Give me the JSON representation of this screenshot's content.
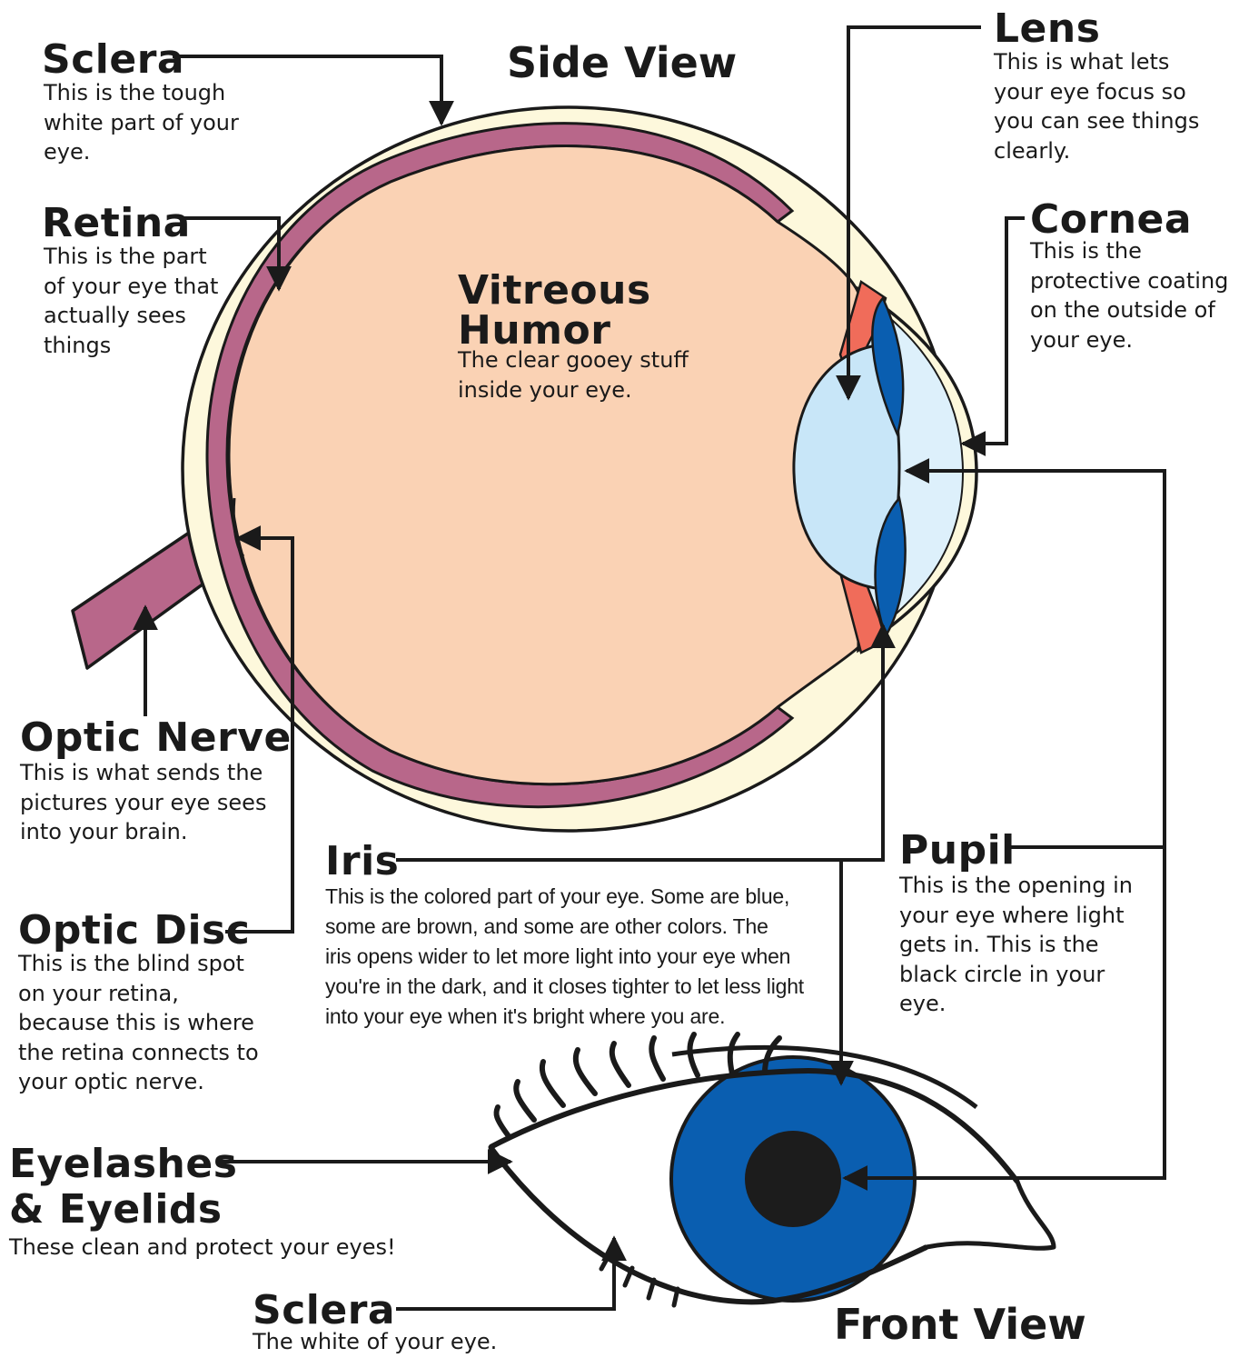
{
  "views": {
    "side": "Side View",
    "front": "Front View"
  },
  "labels": {
    "sclera_side": {
      "title": "Sclera",
      "lines": [
        "This is the tough",
        "white part of your",
        "eye."
      ]
    },
    "retina": {
      "title": "Retina",
      "lines": [
        "This is the part",
        "of your eye that",
        "actually sees",
        "things"
      ]
    },
    "vitreous": {
      "title_lines": [
        "Vitreous",
        "Humor"
      ],
      "lines": [
        "The clear gooey stuff",
        "inside your eye."
      ]
    },
    "lens": {
      "title": "Lens",
      "lines": [
        "This is what lets",
        "your eye focus so",
        "you can see things",
        "clearly."
      ]
    },
    "cornea": {
      "title": "Cornea",
      "lines": [
        "This is the",
        "protective coating",
        "on the outside of",
        "your eye."
      ]
    },
    "optic_nerve": {
      "title": "Optic Nerve",
      "lines": [
        "This is what sends the",
        "pictures your eye sees",
        "into your brain."
      ]
    },
    "iris": {
      "title": "Iris",
      "lines": [
        "This is the colored part of your eye.  Some are blue,",
        "some are brown, and some are other colors.  The",
        "iris opens wider to let more light into your eye when",
        "you're in the dark, and it closes tighter to let less light",
        "into your eye when it's bright where you are."
      ]
    },
    "pupil": {
      "title": "Pupil",
      "lines": [
        "This is the opening in",
        "your eye where light",
        "gets in.  This is the",
        "black circle in your",
        "eye."
      ]
    },
    "optic_disc": {
      "title": "Optic Disc",
      "lines": [
        "This is the blind spot",
        "on your retina,",
        "because this is where",
        "the retina connects to",
        "your optic nerve."
      ]
    },
    "eyelashes": {
      "title_lines": [
        "Eyelashes",
        "& Eyelids"
      ],
      "lines": [
        "These clean and protect your eyes!"
      ]
    },
    "sclera_front": {
      "title": "Sclera",
      "lines": [
        "The white of your eye."
      ]
    }
  },
  "colors": {
    "vitreous_fill": "#fad2b4",
    "sclera_fill": "#fdf8dc",
    "retina_fill": "#b8678a",
    "lens_fill": "#c8e6f8",
    "cornea_fill": "#ddf0fb",
    "iris_fill": "#0a5eb0",
    "ciliary_fill": "#f06c5a",
    "pupil_fill": "#1c1c1c",
    "line": "#1a1a1a"
  }
}
